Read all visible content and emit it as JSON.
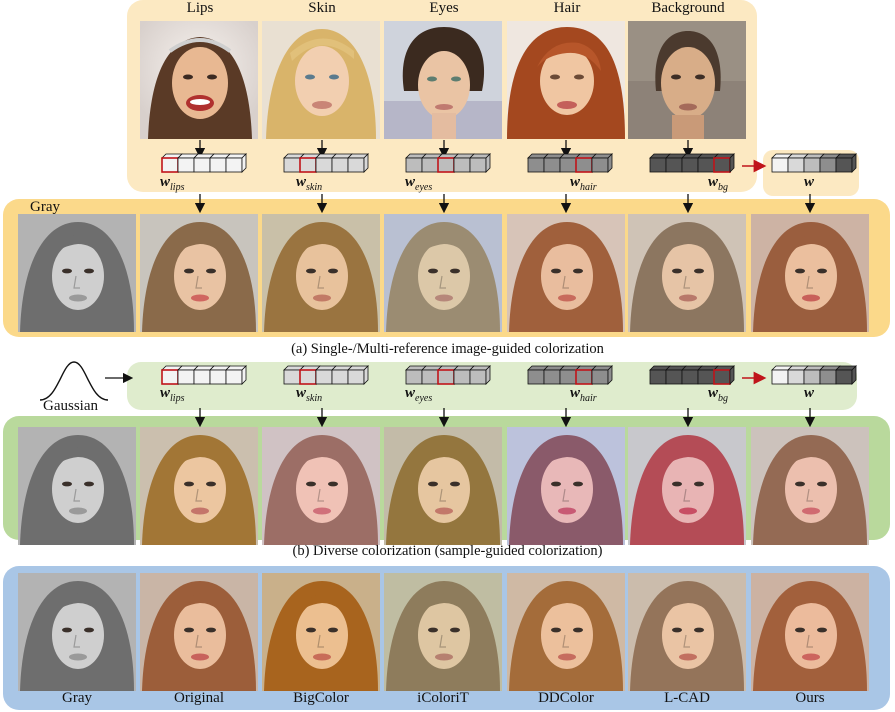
{
  "reference_labels": [
    "Lips",
    "Skin",
    "Eyes",
    "Hair",
    "Background"
  ],
  "latent_codes": [
    {
      "base": "w",
      "sub": "lips"
    },
    {
      "base": "w",
      "sub": "skin"
    },
    {
      "base": "w",
      "sub": "eyes"
    },
    {
      "base": "w",
      "sub": "hair"
    },
    {
      "base": "w",
      "sub": "bg"
    }
  ],
  "combined_code": "w",
  "gray_label": "Gray",
  "gaussian_label": "Gaussian",
  "caption_a": "(a) Single-/Multi-reference image-guided colorization",
  "caption_b": "(b) Diverse colorization (sample-guided colorization)",
  "methods": [
    "Gray",
    "Original",
    "BigColor",
    "iColoriT",
    "DDColor",
    "L-CAD",
    "Ours"
  ],
  "colors": {
    "panel_ref": "#fce9c2",
    "panel_a": "#fbd98a",
    "panel_b_top": "#dfeccd",
    "panel_b": "#b9d99c",
    "panel_c": "#a9c6e6",
    "highlight": "#c0141a"
  }
}
